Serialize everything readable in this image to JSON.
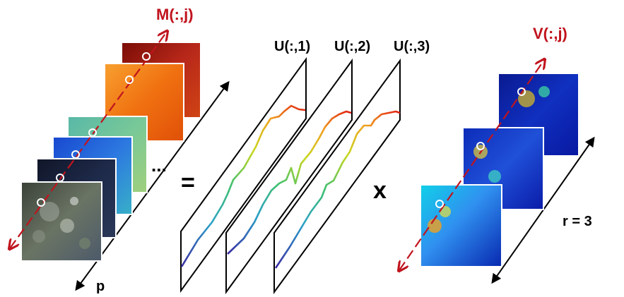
{
  "labels": {
    "m_column": "M(:,j)",
    "v_column": "V(:,j)",
    "u1": "U(:,1)",
    "u2": "U(:,2)",
    "u3": "U(:,3)",
    "equals": "=",
    "times": "x",
    "ellipsis": "...",
    "p_axis": "p",
    "r_axis": "r = 3"
  },
  "colors": {
    "highlight_red": "#c0141e",
    "text": "#000000",
    "frame": "#000000"
  },
  "left_stack": {
    "band_colors": [
      "#a81c10",
      "#f0700e",
      "#6cc0a0",
      "#2a6ce0",
      "#1c2440",
      "#58605c"
    ],
    "has_ellipsis": true
  },
  "right_stack": {
    "abundance_maps": 3
  }
}
